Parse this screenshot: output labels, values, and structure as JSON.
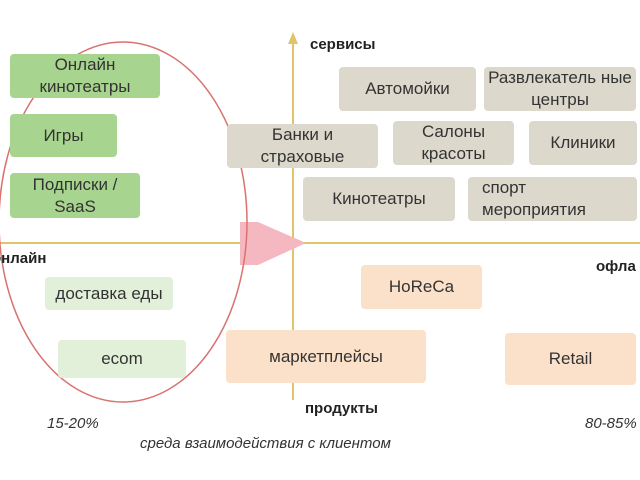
{
  "axes": {
    "top": "сервисы",
    "bottom": "продукты",
    "left": "онлайн",
    "right": "офла"
  },
  "percent_left": "15-20%",
  "percent_right": "80-85%",
  "caption": "среда взаимодействия с клиентом",
  "online_services": [
    "Онлайн кинотеатры",
    "Игры",
    "Подписки / SaaS"
  ],
  "online_products": [
    "доставка еды",
    "ecom"
  ],
  "offline_services": [
    "Автомойки",
    "Развлекатель ные центры",
    "Банки и страховые",
    "Салоны красоты",
    "Клиники",
    "Кинотеатры",
    "спорт мероприятия"
  ],
  "offline_products": [
    "HoReCa",
    "маркетплейсы",
    "Retail"
  ],
  "colors": {
    "online_services": "#a7d48e",
    "online_products": "#e2f0d9",
    "offline_services": "#dcd8cb",
    "offline_products": "#fbe1c9",
    "axis": "#e0c36a",
    "arrow": "#f5b8c0",
    "ellipse": "#d9736f"
  }
}
